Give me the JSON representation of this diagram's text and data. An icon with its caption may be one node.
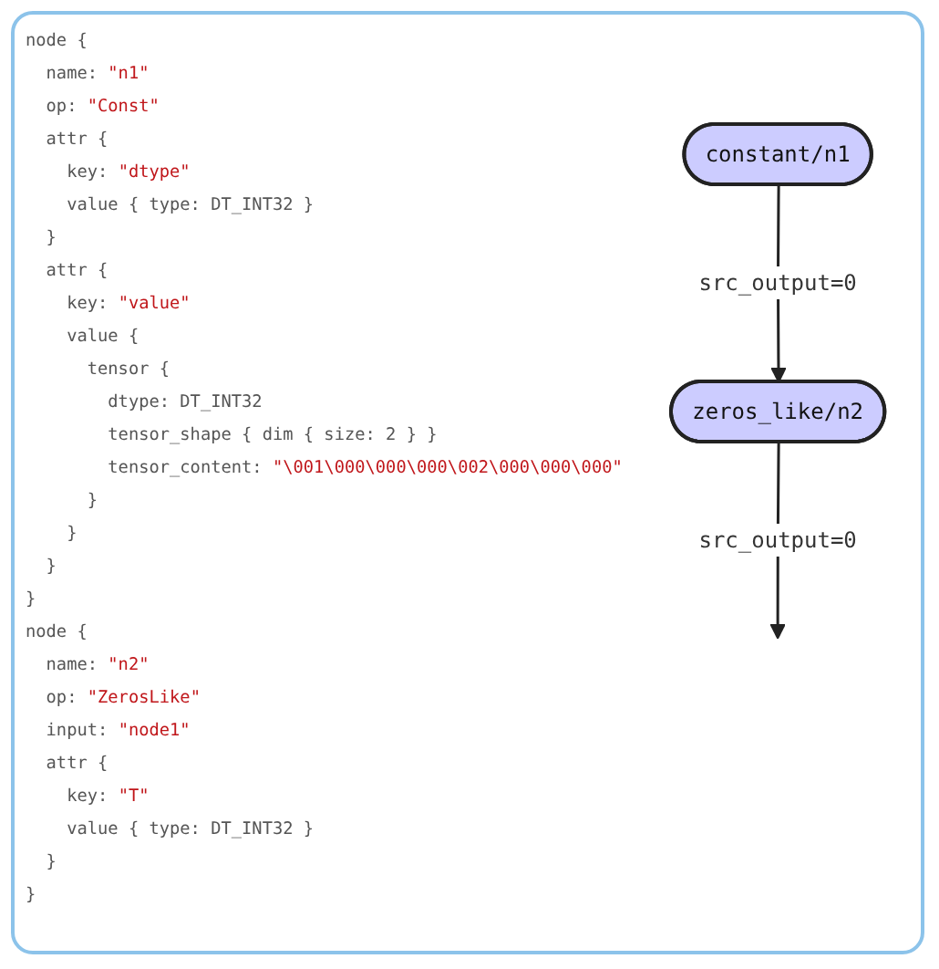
{
  "diagram": {
    "nodes": [
      {
        "text": [
          "constant/n1"
        ]
      },
      {
        "text": [
          "zeros_like/n2"
        ]
      }
    ],
    "edges": [
      {
        "from": 0,
        "to": 1,
        "arrow": "to",
        "label": "src_output=0"
      },
      {
        "from": 1,
        "to": null,
        "arrow": "to",
        "label": "src_output=0"
      }
    ],
    "labels": [
      "node {",
      "  name: \"n1\"",
      "  op: \"Const\"",
      "  attr {",
      "    key: \"dtype\"",
      "    value { type: DT_INT32 }",
      "  }",
      "  attr {",
      "    key: \"value\"",
      "    value {",
      "      tensor {",
      "        dtype: DT_INT32",
      "        tensor_shape { dim { size: 2 } }",
      "        tensor_content: \"\\001\\000\\000\\000\\002\\000\\000\\000\"",
      "      }",
      "    }",
      "  }",
      "}",
      "node {",
      "  name: \"n2\"",
      "  op: \"ZerosLike\"",
      "  input: \"node1\"",
      "  attr {",
      "    key: \"T\"",
      "    value { type: DT_INT32 }",
      "  }",
      "}"
    ]
  }
}
